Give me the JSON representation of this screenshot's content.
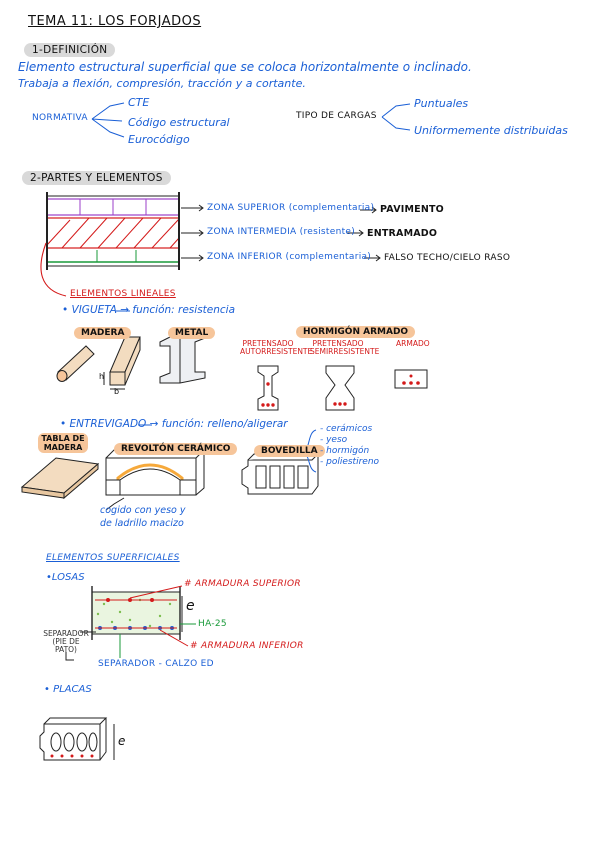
{
  "title": "TEMA 11: LOS FORJADOS",
  "s1": {
    "heading": "1-DEFINICIÓN",
    "line1": "Elemento estructural superficial que se coloca horizontalmente o inclinado.",
    "line2": "Trabaja a flexión, compresión, tracción y a cortante.",
    "normativa": "NORMATIVA",
    "normativa_items": [
      "CTE",
      "Código estructural",
      "Eurocódigo"
    ],
    "tipo": "TIPO DE CARGAS",
    "tipo_items": [
      "Puntuales",
      "Uniformemente distribuidas"
    ]
  },
  "s2": {
    "heading": "2-PARTES Y ELEMENTOS",
    "zonas": [
      {
        "label": "ZONA SUPERIOR (complementaria)",
        "result": "PAVIMENTO"
      },
      {
        "label": "ZONA INTERMEDIA (resistente)",
        "result": "ENTRAMADO"
      },
      {
        "label": "ZONA INFERIOR (complementaria)",
        "result": "FALSO TECHO/CIELO RASO"
      }
    ],
    "lineales": "ELEMENTOS LINEALES",
    "vigueta": "• VIGUETA → función: resistencia",
    "madera": "MADERA",
    "metal": "METAL",
    "hormigon": "HORMIGÓN ARMADO",
    "pretensado_a": "PRETENSADO AUTORRESISTENTE",
    "pretensado_s": "PRETENSADO SEMIRRESISTENTE",
    "armado": "ARMADO",
    "dim_h": "h",
    "dim_b": "b",
    "entrevigado": "• ENTREVIGADO → función: relleno/aligerar",
    "tabla": "TABLA DE MADERA",
    "revolton": "REVOLTÓN CERÁMICO",
    "bovedilla": "BOVEDILLA",
    "bov_items": [
      "- cerámicos",
      "- yeso",
      "- hormigón",
      "- poliestireno"
    ],
    "revolton_note1": "cogido con yeso y",
    "revolton_note2": "de ladrillo macizo",
    "superficiales": "ELEMENTOS SUPERFICIALES",
    "losas": "•LOSAS",
    "arm_sup": "# ARMADURA SUPERIOR",
    "ha": "HA-25",
    "arm_inf": "# ARMADURA INFERIOR",
    "separador_pie": "SEPARADOR (PIE DE PATO)",
    "separador_calzo": "SEPARADOR - CALZO ED",
    "e_label": "e",
    "placas": "• PLACAS",
    "e_label2": "e"
  },
  "colors": {
    "blue": "#1a5fd6",
    "red": "#d41a1a",
    "green": "#1a9a3a",
    "orange": "#f6c59a",
    "purple": "#9b3fc8"
  }
}
